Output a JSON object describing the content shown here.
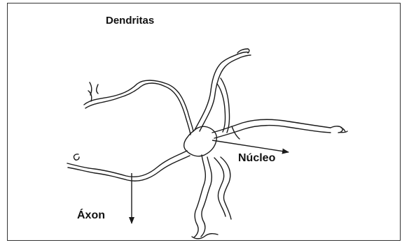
{
  "labels": {
    "dendrites": "Dendritas",
    "nucleus": "Núcleo",
    "axon": "Áxon"
  },
  "colors": {
    "line": "#1a1a1a",
    "border": "#333333",
    "background": "#ffffff"
  }
}
